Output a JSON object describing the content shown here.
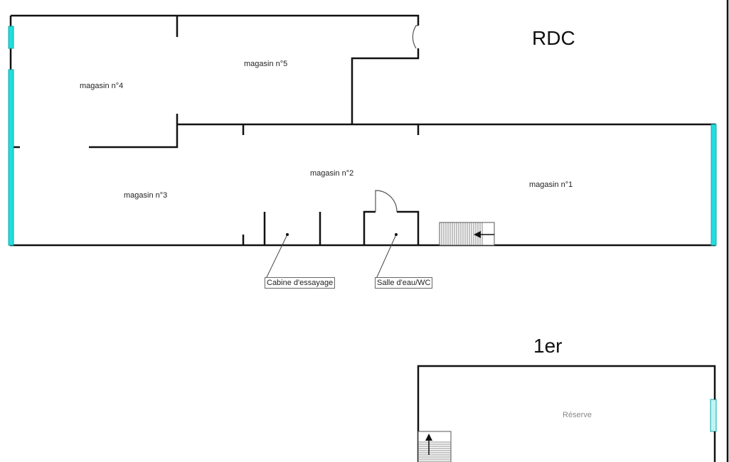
{
  "floors": {
    "ground": {
      "title": "RDC",
      "rooms": [
        "magasin n°1",
        "magasin n°2",
        "magasin n°3",
        "magasin n°4",
        "magasin n°5"
      ],
      "callouts": [
        "Cabine d'essayage",
        "Salle d'eau/WC"
      ]
    },
    "first": {
      "title": "1er",
      "rooms": [
        "Réserve"
      ]
    }
  },
  "colors": {
    "wall": "#111111",
    "window": "#22dde0"
  }
}
